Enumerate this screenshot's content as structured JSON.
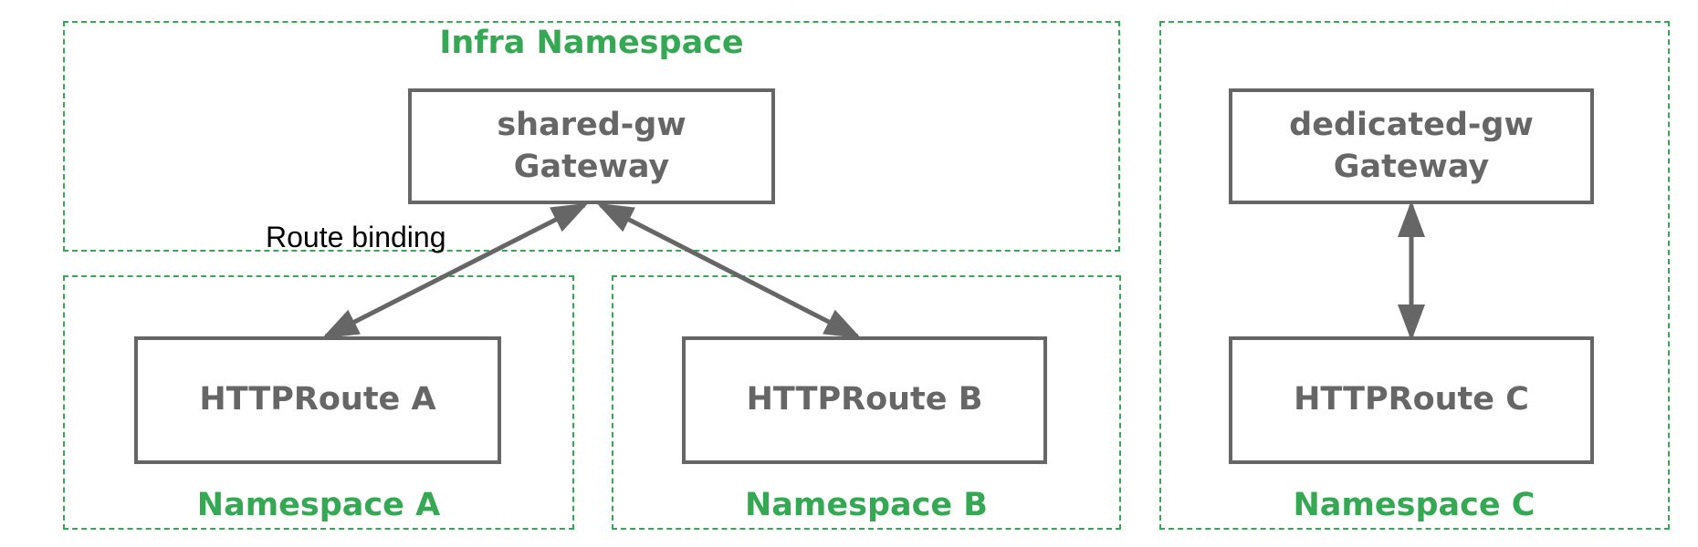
{
  "colors": {
    "namespace_border": "#34a853",
    "namespace_label": "#34a853",
    "resource_border": "#666666",
    "resource_text": "#666666",
    "arrow": "#666666",
    "edge_label": "#000000"
  },
  "namespaces": {
    "infra": {
      "label": "Infra Namespace"
    },
    "a": {
      "label": "Namespace A"
    },
    "b": {
      "label": "Namespace B"
    },
    "c": {
      "label": "Namespace C"
    }
  },
  "nodes": {
    "shared_gw": {
      "name": "shared-gw",
      "kind": "Gateway"
    },
    "dedicated_gw": {
      "name": "dedicated-gw",
      "kind": "Gateway"
    },
    "route_a": {
      "name": "HTTPRoute A"
    },
    "route_b": {
      "name": "HTTPRoute B"
    },
    "route_c": {
      "name": "HTTPRoute C"
    }
  },
  "edges": [
    {
      "from": "shared_gw",
      "to": "route_a",
      "label": "Route binding",
      "direction": "both"
    },
    {
      "from": "shared_gw",
      "to": "route_b",
      "label": "",
      "direction": "both"
    },
    {
      "from": "dedicated_gw",
      "to": "route_c",
      "label": "",
      "direction": "both"
    }
  ]
}
